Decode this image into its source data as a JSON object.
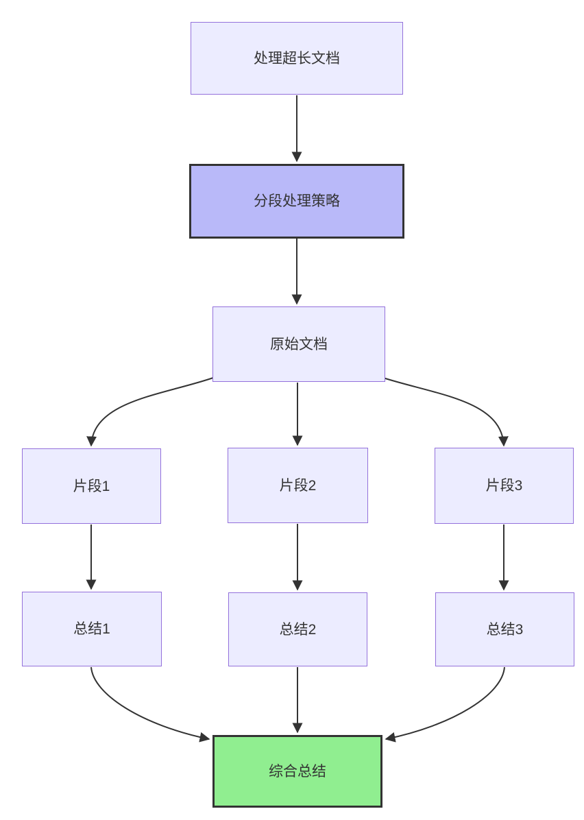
{
  "diagram": {
    "type": "flowchart-top-down",
    "nodes": [
      {
        "id": "A",
        "label": "处理超长文档",
        "role": "default"
      },
      {
        "id": "B",
        "label": "分段处理策略",
        "role": "highlight"
      },
      {
        "id": "C",
        "label": "原始文档",
        "role": "default"
      },
      {
        "id": "D",
        "label": "片段1",
        "role": "default"
      },
      {
        "id": "E",
        "label": "片段2",
        "role": "default"
      },
      {
        "id": "F",
        "label": "片段3",
        "role": "default"
      },
      {
        "id": "G",
        "label": "总结1",
        "role": "default"
      },
      {
        "id": "H",
        "label": "总结2",
        "role": "default"
      },
      {
        "id": "I",
        "label": "总结3",
        "role": "default"
      },
      {
        "id": "J",
        "label": "综合总结",
        "role": "success"
      }
    ],
    "edges": [
      {
        "from": "处理超长文档",
        "to": "分段处理策略"
      },
      {
        "from": "分段处理策略",
        "to": "原始文档"
      },
      {
        "from": "原始文档",
        "to": "片段1"
      },
      {
        "from": "原始文档",
        "to": "片段2"
      },
      {
        "from": "原始文档",
        "to": "片段3"
      },
      {
        "from": "片段1",
        "to": "总结1"
      },
      {
        "from": "片段2",
        "to": "总结2"
      },
      {
        "from": "片段3",
        "to": "总结3"
      },
      {
        "from": "总结1",
        "to": "综合总结"
      },
      {
        "from": "总结2",
        "to": "综合总结"
      },
      {
        "from": "总结3",
        "to": "综合总结"
      }
    ],
    "colors": {
      "node_fill": "#ECECFF",
      "node_border": "#9370DB",
      "highlight_fill": "#b9b9f9",
      "highlight_border": "#333333",
      "success_fill": "#90EE90",
      "success_border": "#333333",
      "edge": "#333333",
      "text": "#333333",
      "background": "#ffffff"
    }
  }
}
